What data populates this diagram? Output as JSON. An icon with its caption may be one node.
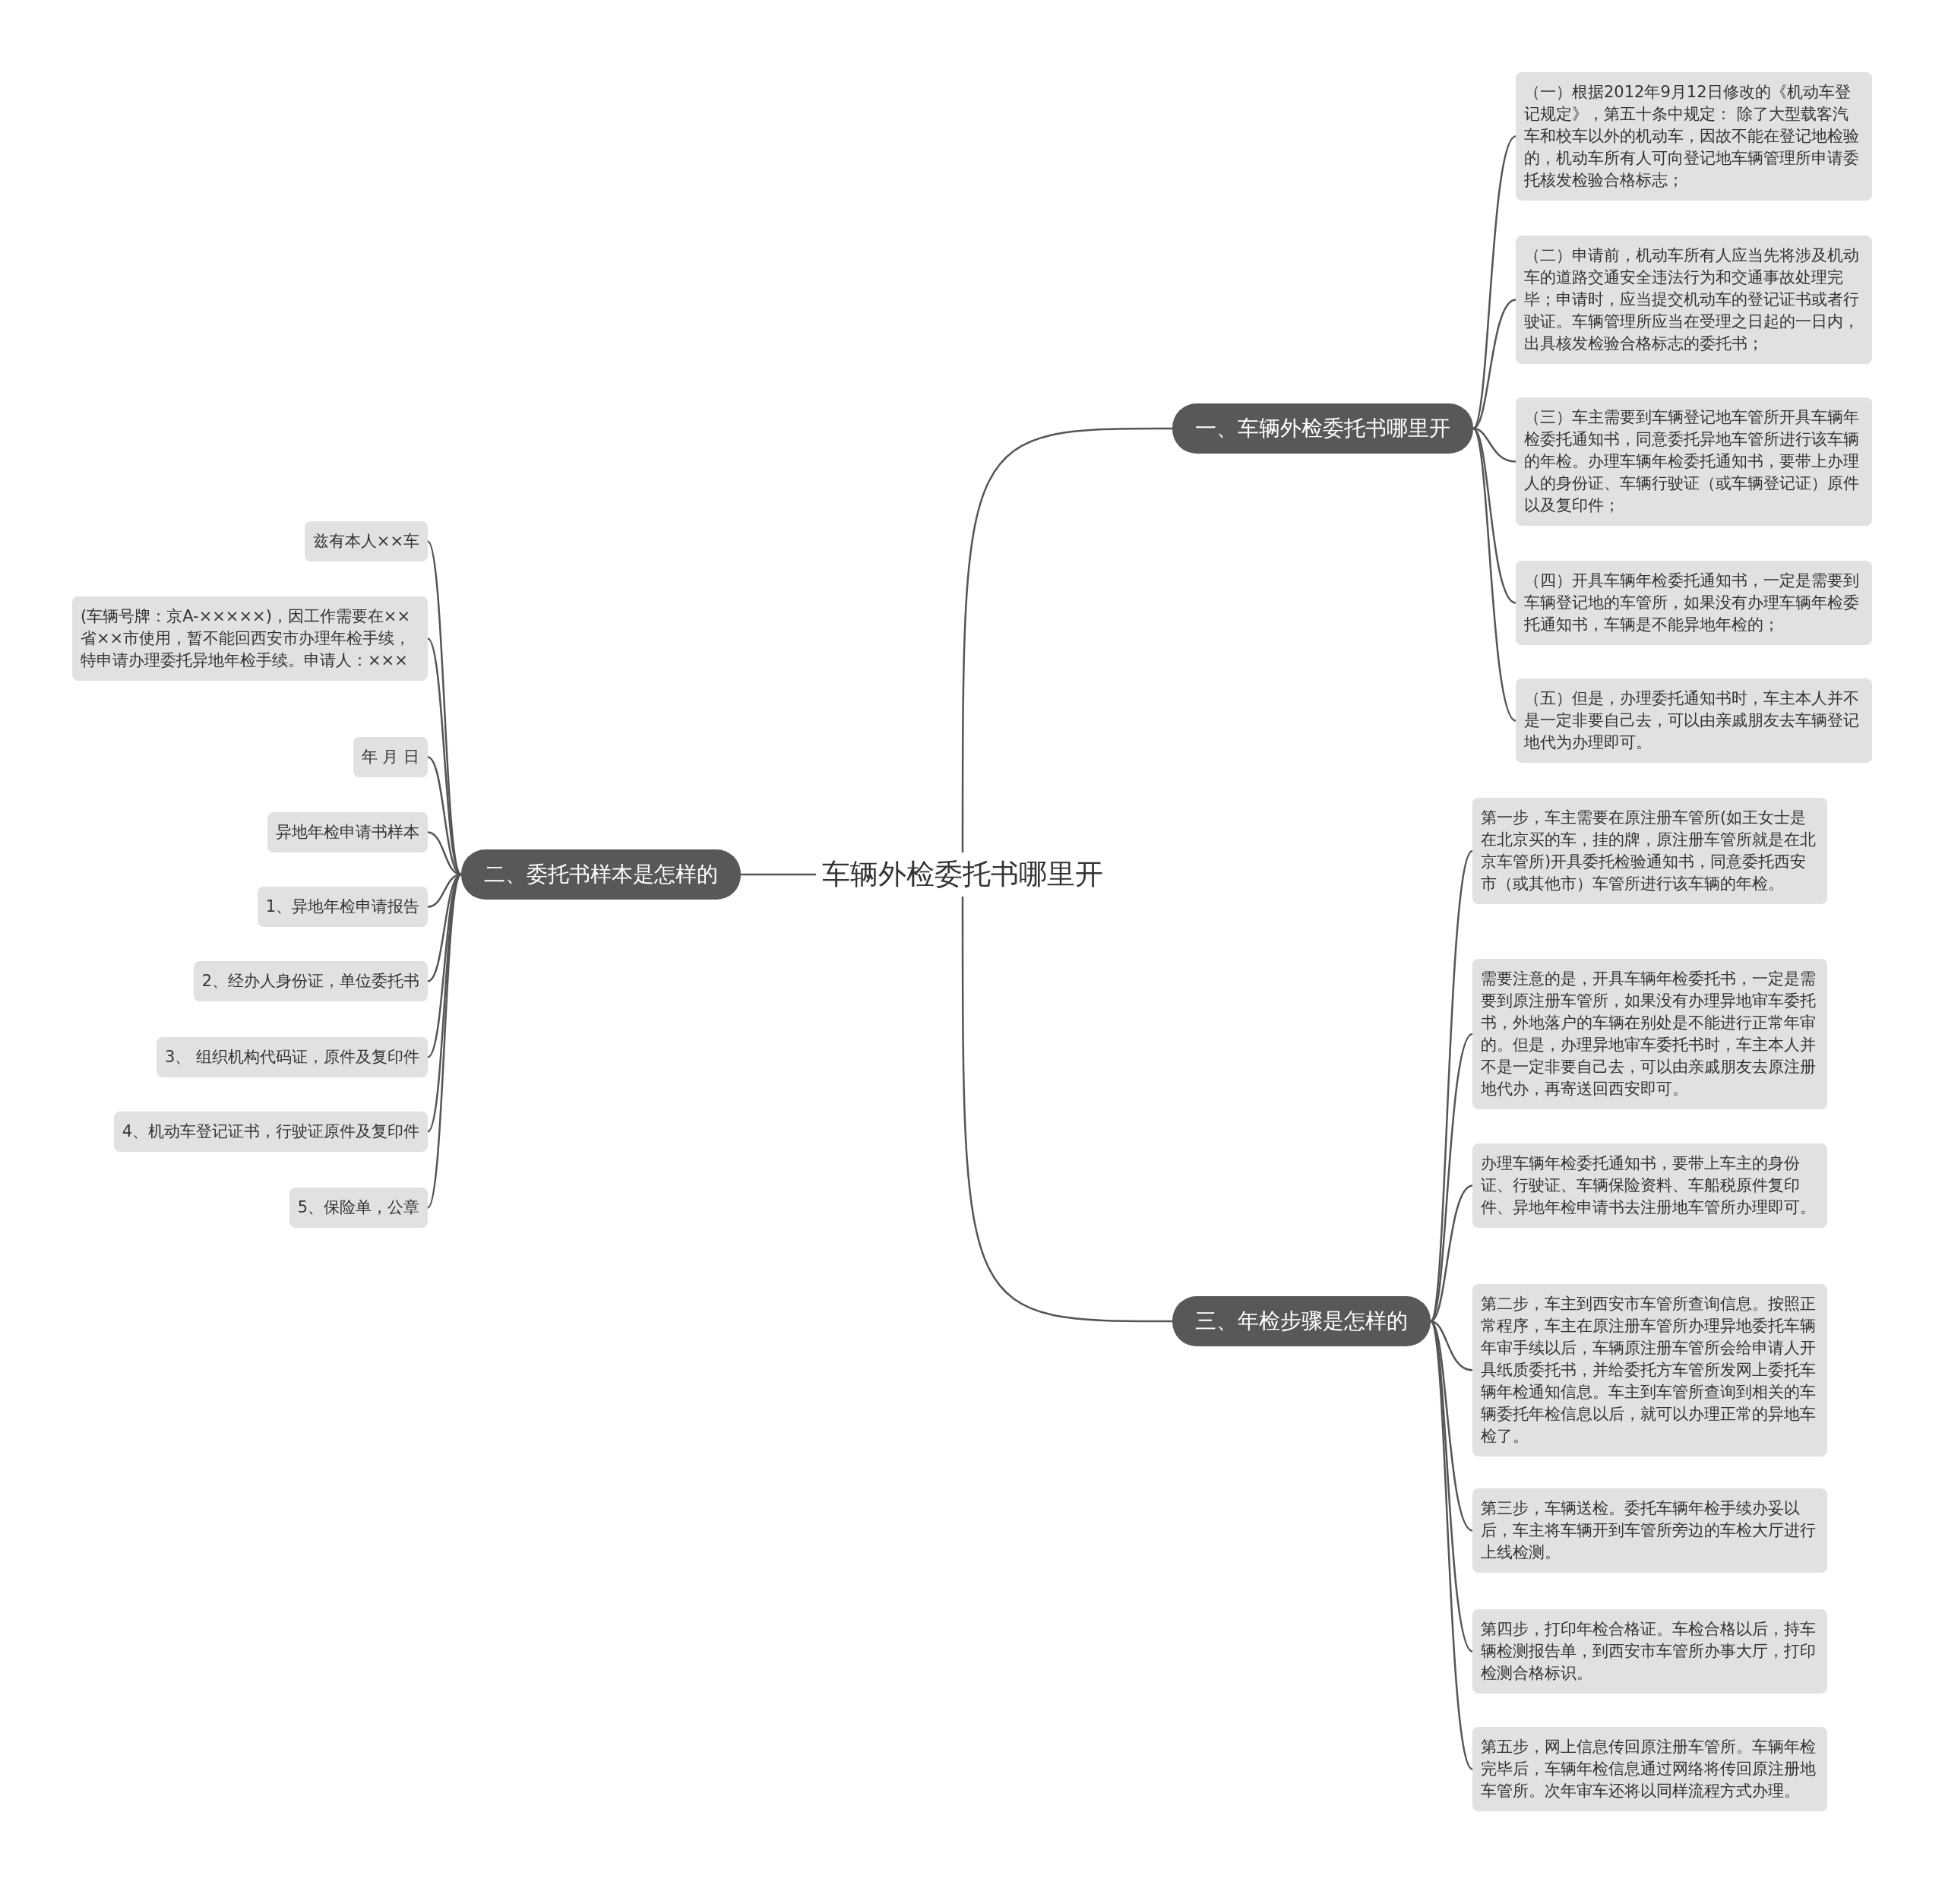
{
  "diagram": {
    "nodes": [
      {
        "text": [
          "车辆外检委托书哪里开"
        ]
      },
      {
        "text": [
          "一、车辆外检委托书哪里开"
        ]
      },
      {
        "text": [
          "（一）根据2012年9月12日修改的《机动车登记规定》，第五十条中规定： 除了大型载客汽车和校车以外的机动车，因故不能在登记地检验的，机动车所有人可向登记地车辆管理所申请委托核发检验合格标志；"
        ]
      },
      {
        "text": [
          "（二）申请前，机动车所有人应当先将涉及机动车的道路交通安全违法行为和交通事故处理完毕；申请时，应当提交机动车的登记证书或者行驶证。车辆管理所应当在受理之日起的一日内，出具核发检验合格标志的委托书；"
        ]
      },
      {
        "text": [
          "（三）车主需要到车辆登记地车管所开具车辆年检委托通知书，同意委托异地车管所进行该车辆的年检。办理车辆年检委托通知书，要带上办理人的身份证、车辆行驶证（或车辆登记证）原件以及复印件；"
        ]
      },
      {
        "text": [
          "（四）开具车辆年检委托通知书，一定是需要到车辆登记地的车管所，如果没有办理车辆年检委托通知书，车辆是不能异地年检的；"
        ]
      },
      {
        "text": [
          "（五）但是，办理委托通知书时，车主本人并不是一定非要自己去，可以由亲戚朋友去车辆登记地代为办理即可。"
        ]
      },
      {
        "text": [
          "二、委托书样本是怎样的"
        ]
      },
      {
        "text": [
          "兹有本人××车"
        ]
      },
      {
        "text": [
          "(车辆号牌：京A-×××××)，因工作需要在××省××市使用，暂不能回西安市办理年检手续，特申请办理委托异地年检手续。申请人：×××"
        ]
      },
      {
        "text": [
          "年 月 日"
        ]
      },
      {
        "text": [
          "异地年检申请书样本"
        ]
      },
      {
        "text": [
          "1、异地年检申请报告"
        ]
      },
      {
        "text": [
          "2、经办人身份证，单位委托书"
        ]
      },
      {
        "text": [
          "3、 组织机构代码证，原件及复印件"
        ]
      },
      {
        "text": [
          "4、机动车登记证书，行驶证原件及复印件"
        ]
      },
      {
        "text": [
          "5、保险单，公章"
        ]
      },
      {
        "text": [
          "三、年检步骤是怎样的"
        ]
      },
      {
        "text": [
          "第一步，车主需要在原注册车管所(如王女士是在北京买的车，挂的牌，原注册车管所就是在北京车管所)开具委托检验通知书，同意委托西安市（或其他市）车管所进行该车辆的年检。"
        ]
      },
      {
        "text": [
          "需要注意的是，开具车辆年检委托书，一定是需要到原注册车管所，如果没有办理异地审车委托书，外地落户的车辆在别处是不能进行正常年审的。但是，办理异地审车委托书时，车主本人并不是一定非要自己去，可以由亲戚朋友去原注册地代办，再寄送回西安即可。"
        ]
      },
      {
        "text": [
          "办理车辆年检委托通知书，要带上车主的身份证、行驶证、车辆保险资料、车船税原件复印件、异地年检申请书去注册地车管所办理即可。"
        ]
      },
      {
        "text": [
          "第二步，车主到西安市车管所查询信息。按照正常程序，车主在原注册车管所办理异地委托车辆年审手续以后，车辆原注册车管所会给申请人开具纸质委托书，并给委托方车管所发网上委托车辆年检通知信息。车主到车管所查询到相关的车辆委托年检信息以后，就可以办理正常的异地车检了。"
        ]
      },
      {
        "text": [
          "第三步，车辆送检。委托车辆年检手续办妥以后，车主将车辆开到车管所旁边的车检大厅进行上线检测。"
        ]
      },
      {
        "text": [
          "第四步，打印年检合格证。车检合格以后，持车辆检测报告单，到西安市车管所办事大厅，打印检测合格标识。"
        ]
      },
      {
        "text": [
          "第五步，网上信息传回原注册车管所。车辆年检完毕后，车辆年检信息通过网络将传回原注册地车管所。次年审车还将以同样流程方式办理。"
        ]
      }
    ],
    "edges": [
      {
        "from": 0,
        "to": 1,
        "arrow": "none"
      },
      {
        "from": 1,
        "to": 2,
        "arrow": "none"
      },
      {
        "from": 1,
        "to": 3,
        "arrow": "none"
      },
      {
        "from": 1,
        "to": 4,
        "arrow": "none"
      },
      {
        "from": 1,
        "to": 5,
        "arrow": "none"
      },
      {
        "from": 1,
        "to": 6,
        "arrow": "none"
      },
      {
        "from": 0,
        "to": 7,
        "arrow": "none"
      },
      {
        "from": 7,
        "to": 8,
        "arrow": "none"
      },
      {
        "from": 7,
        "to": 9,
        "arrow": "none"
      },
      {
        "from": 7,
        "to": 10,
        "arrow": "none"
      },
      {
        "from": 7,
        "to": 11,
        "arrow": "none"
      },
      {
        "from": 7,
        "to": 12,
        "arrow": "none"
      },
      {
        "from": 7,
        "to": 13,
        "arrow": "none"
      },
      {
        "from": 7,
        "to": 14,
        "arrow": "none"
      },
      {
        "from": 7,
        "to": 15,
        "arrow": "none"
      },
      {
        "from": 7,
        "to": 16,
        "arrow": "none"
      },
      {
        "from": 0,
        "to": 17,
        "arrow": "none"
      },
      {
        "from": 17,
        "to": 18,
        "arrow": "none"
      },
      {
        "from": 17,
        "to": 19,
        "arrow": "none"
      },
      {
        "from": 17,
        "to": 20,
        "arrow": "none"
      },
      {
        "from": 17,
        "to": 21,
        "arrow": "none"
      },
      {
        "from": 17,
        "to": 22,
        "arrow": "none"
      },
      {
        "from": 17,
        "to": 23,
        "arrow": "none"
      },
      {
        "from": 17,
        "to": 24,
        "arrow": "none"
      }
    ]
  }
}
